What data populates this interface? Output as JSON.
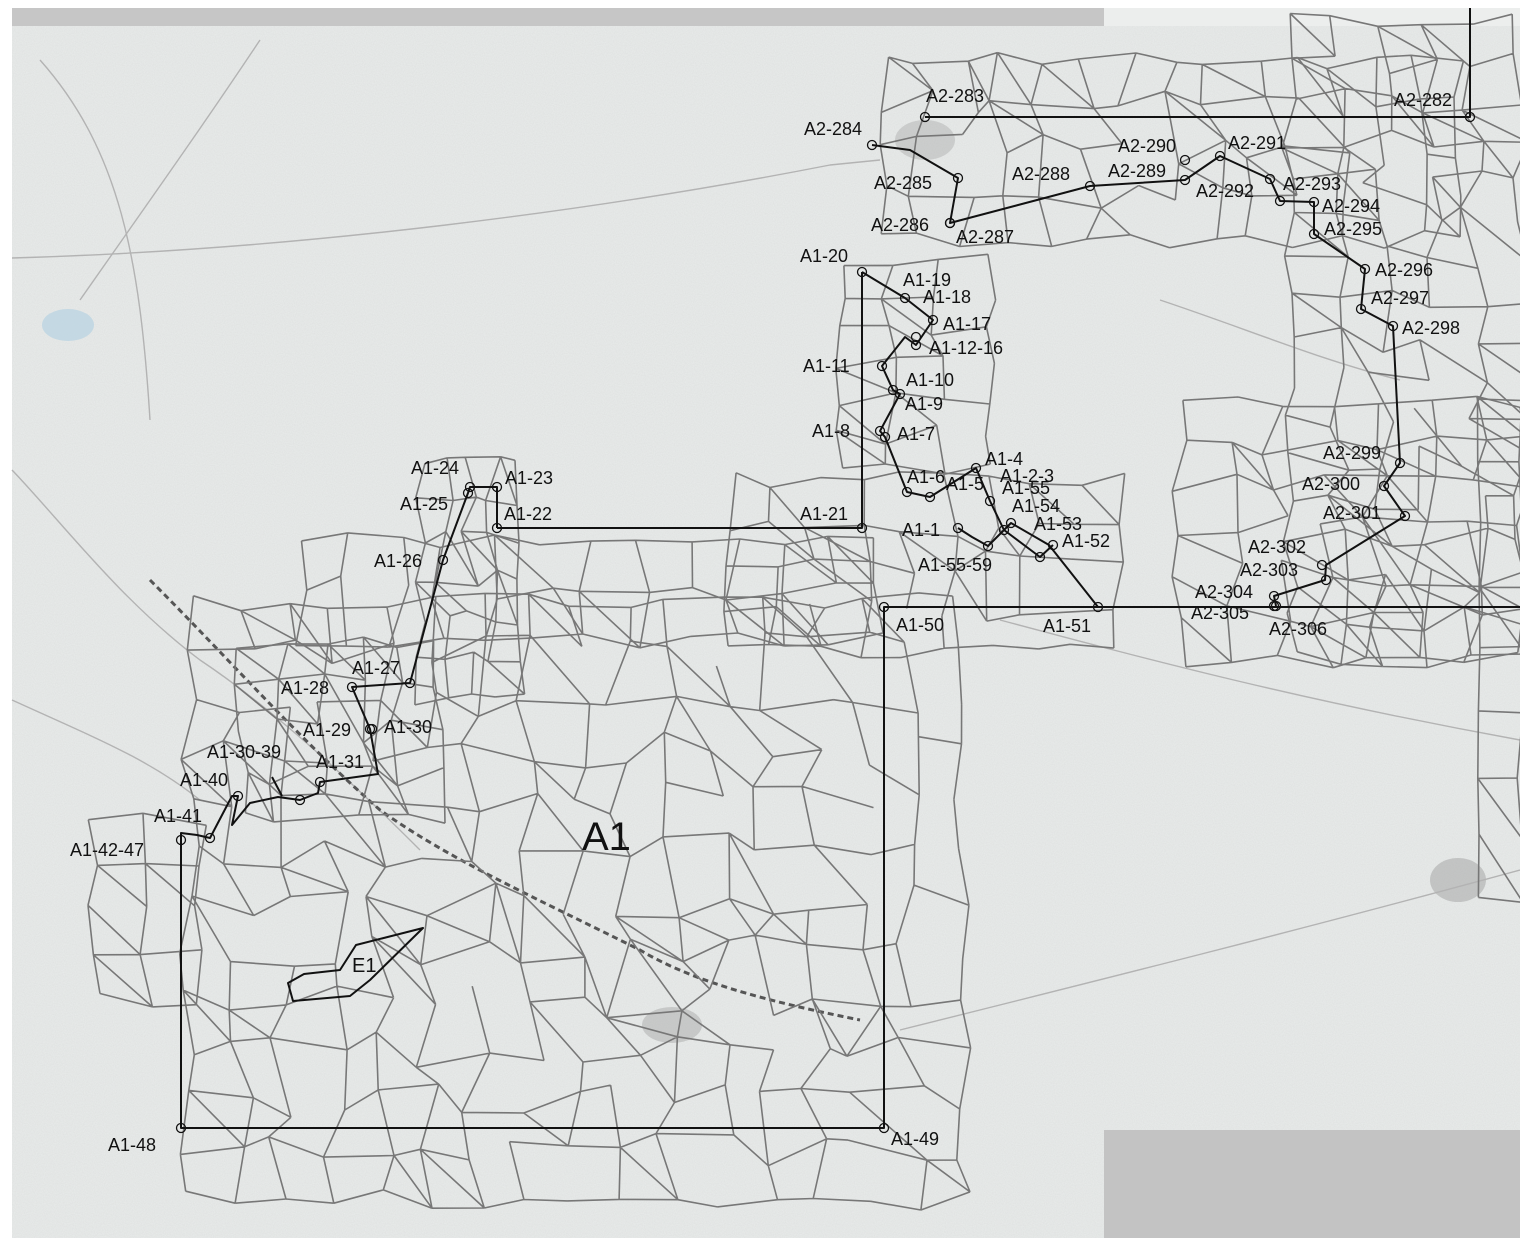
{
  "map": {
    "zone_labels": [
      {
        "text": "A1",
        "big": true
      },
      {
        "text": "E1",
        "big": false
      }
    ],
    "points": [
      {
        "label": "A2-282"
      },
      {
        "label": "A2-283"
      },
      {
        "label": "A2-284"
      },
      {
        "label": "A2-285"
      },
      {
        "label": "A2-286"
      },
      {
        "label": "A2-287"
      },
      {
        "label": "A2-288"
      },
      {
        "label": "A2-289"
      },
      {
        "label": "A2-290"
      },
      {
        "label": "A2-291"
      },
      {
        "label": "A2-292"
      },
      {
        "label": "A2-293"
      },
      {
        "label": "A2-294"
      },
      {
        "label": "A2-295"
      },
      {
        "label": "A2-296"
      },
      {
        "label": "A2-297"
      },
      {
        "label": "A2-298"
      },
      {
        "label": "A2-299"
      },
      {
        "label": "A2-300"
      },
      {
        "label": "A2-301"
      },
      {
        "label": "A2-302"
      },
      {
        "label": "A2-303"
      },
      {
        "label": "A2-304"
      },
      {
        "label": "A2-305"
      },
      {
        "label": "A2-306"
      },
      {
        "label": "A1-1"
      },
      {
        "label": "A1-2-3"
      },
      {
        "label": "A1-4"
      },
      {
        "label": "A1-5"
      },
      {
        "label": "A1-6"
      },
      {
        "label": "A1-7"
      },
      {
        "label": "A1-8"
      },
      {
        "label": "A1-9"
      },
      {
        "label": "A1-10"
      },
      {
        "label": "A1-11"
      },
      {
        "label": "A1-12-16"
      },
      {
        "label": "A1-17"
      },
      {
        "label": "A1-18"
      },
      {
        "label": "A1-19"
      },
      {
        "label": "A1-20"
      },
      {
        "label": "A1-21"
      },
      {
        "label": "A1-22"
      },
      {
        "label": "A1-23"
      },
      {
        "label": "A1-24"
      },
      {
        "label": "A1-25"
      },
      {
        "label": "A1-26"
      },
      {
        "label": "A1-27"
      },
      {
        "label": "A1-28"
      },
      {
        "label": "A1-29"
      },
      {
        "label": "A1-30"
      },
      {
        "label": "A1-30-39"
      },
      {
        "label": "A1-31"
      },
      {
        "label": "A1-40"
      },
      {
        "label": "A1-41"
      },
      {
        "label": "A1-42-47"
      },
      {
        "label": "A1-48"
      },
      {
        "label": "A1-49"
      },
      {
        "label": "A1-50"
      },
      {
        "label": "A1-51"
      },
      {
        "label": "A1-52"
      },
      {
        "label": "A1-53"
      },
      {
        "label": "A1-54"
      },
      {
        "label": "A1-55"
      },
      {
        "label": "A1-55-59"
      }
    ]
  }
}
